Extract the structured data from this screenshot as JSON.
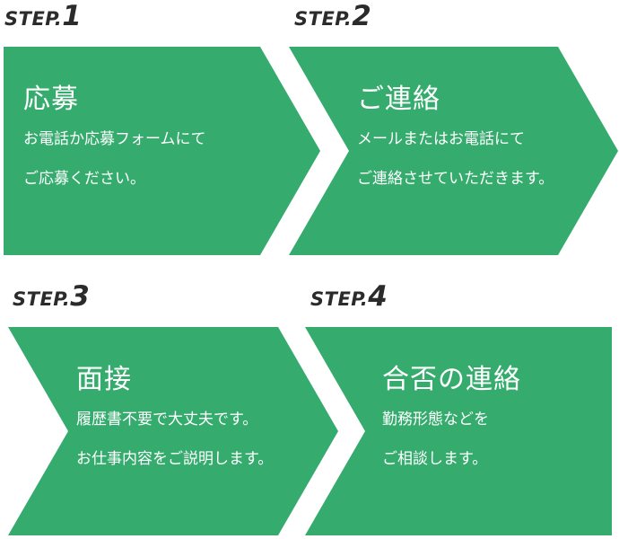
{
  "colors": {
    "accent": "#35ac6e",
    "label": "#2b2b2b",
    "text": "#ffffff"
  },
  "steps": [
    {
      "prefix": "STEP.",
      "number": "1",
      "title": "応募",
      "lines": [
        "お電話か応募フォームにて",
        "ご応募ください。"
      ]
    },
    {
      "prefix": "STEP.",
      "number": "2",
      "title": "ご連絡",
      "lines": [
        "メールまたはお電話にて",
        "ご連絡させていただきます。"
      ]
    },
    {
      "prefix": "STEP.",
      "number": "3",
      "title": "面接",
      "lines": [
        "履歴書不要で大丈夫です。",
        "お仕事内容をご説明します。"
      ]
    },
    {
      "prefix": "STEP.",
      "number": "4",
      "title": "合否の連絡",
      "lines": [
        "勤務形態などを",
        "ご相談します。"
      ]
    }
  ]
}
